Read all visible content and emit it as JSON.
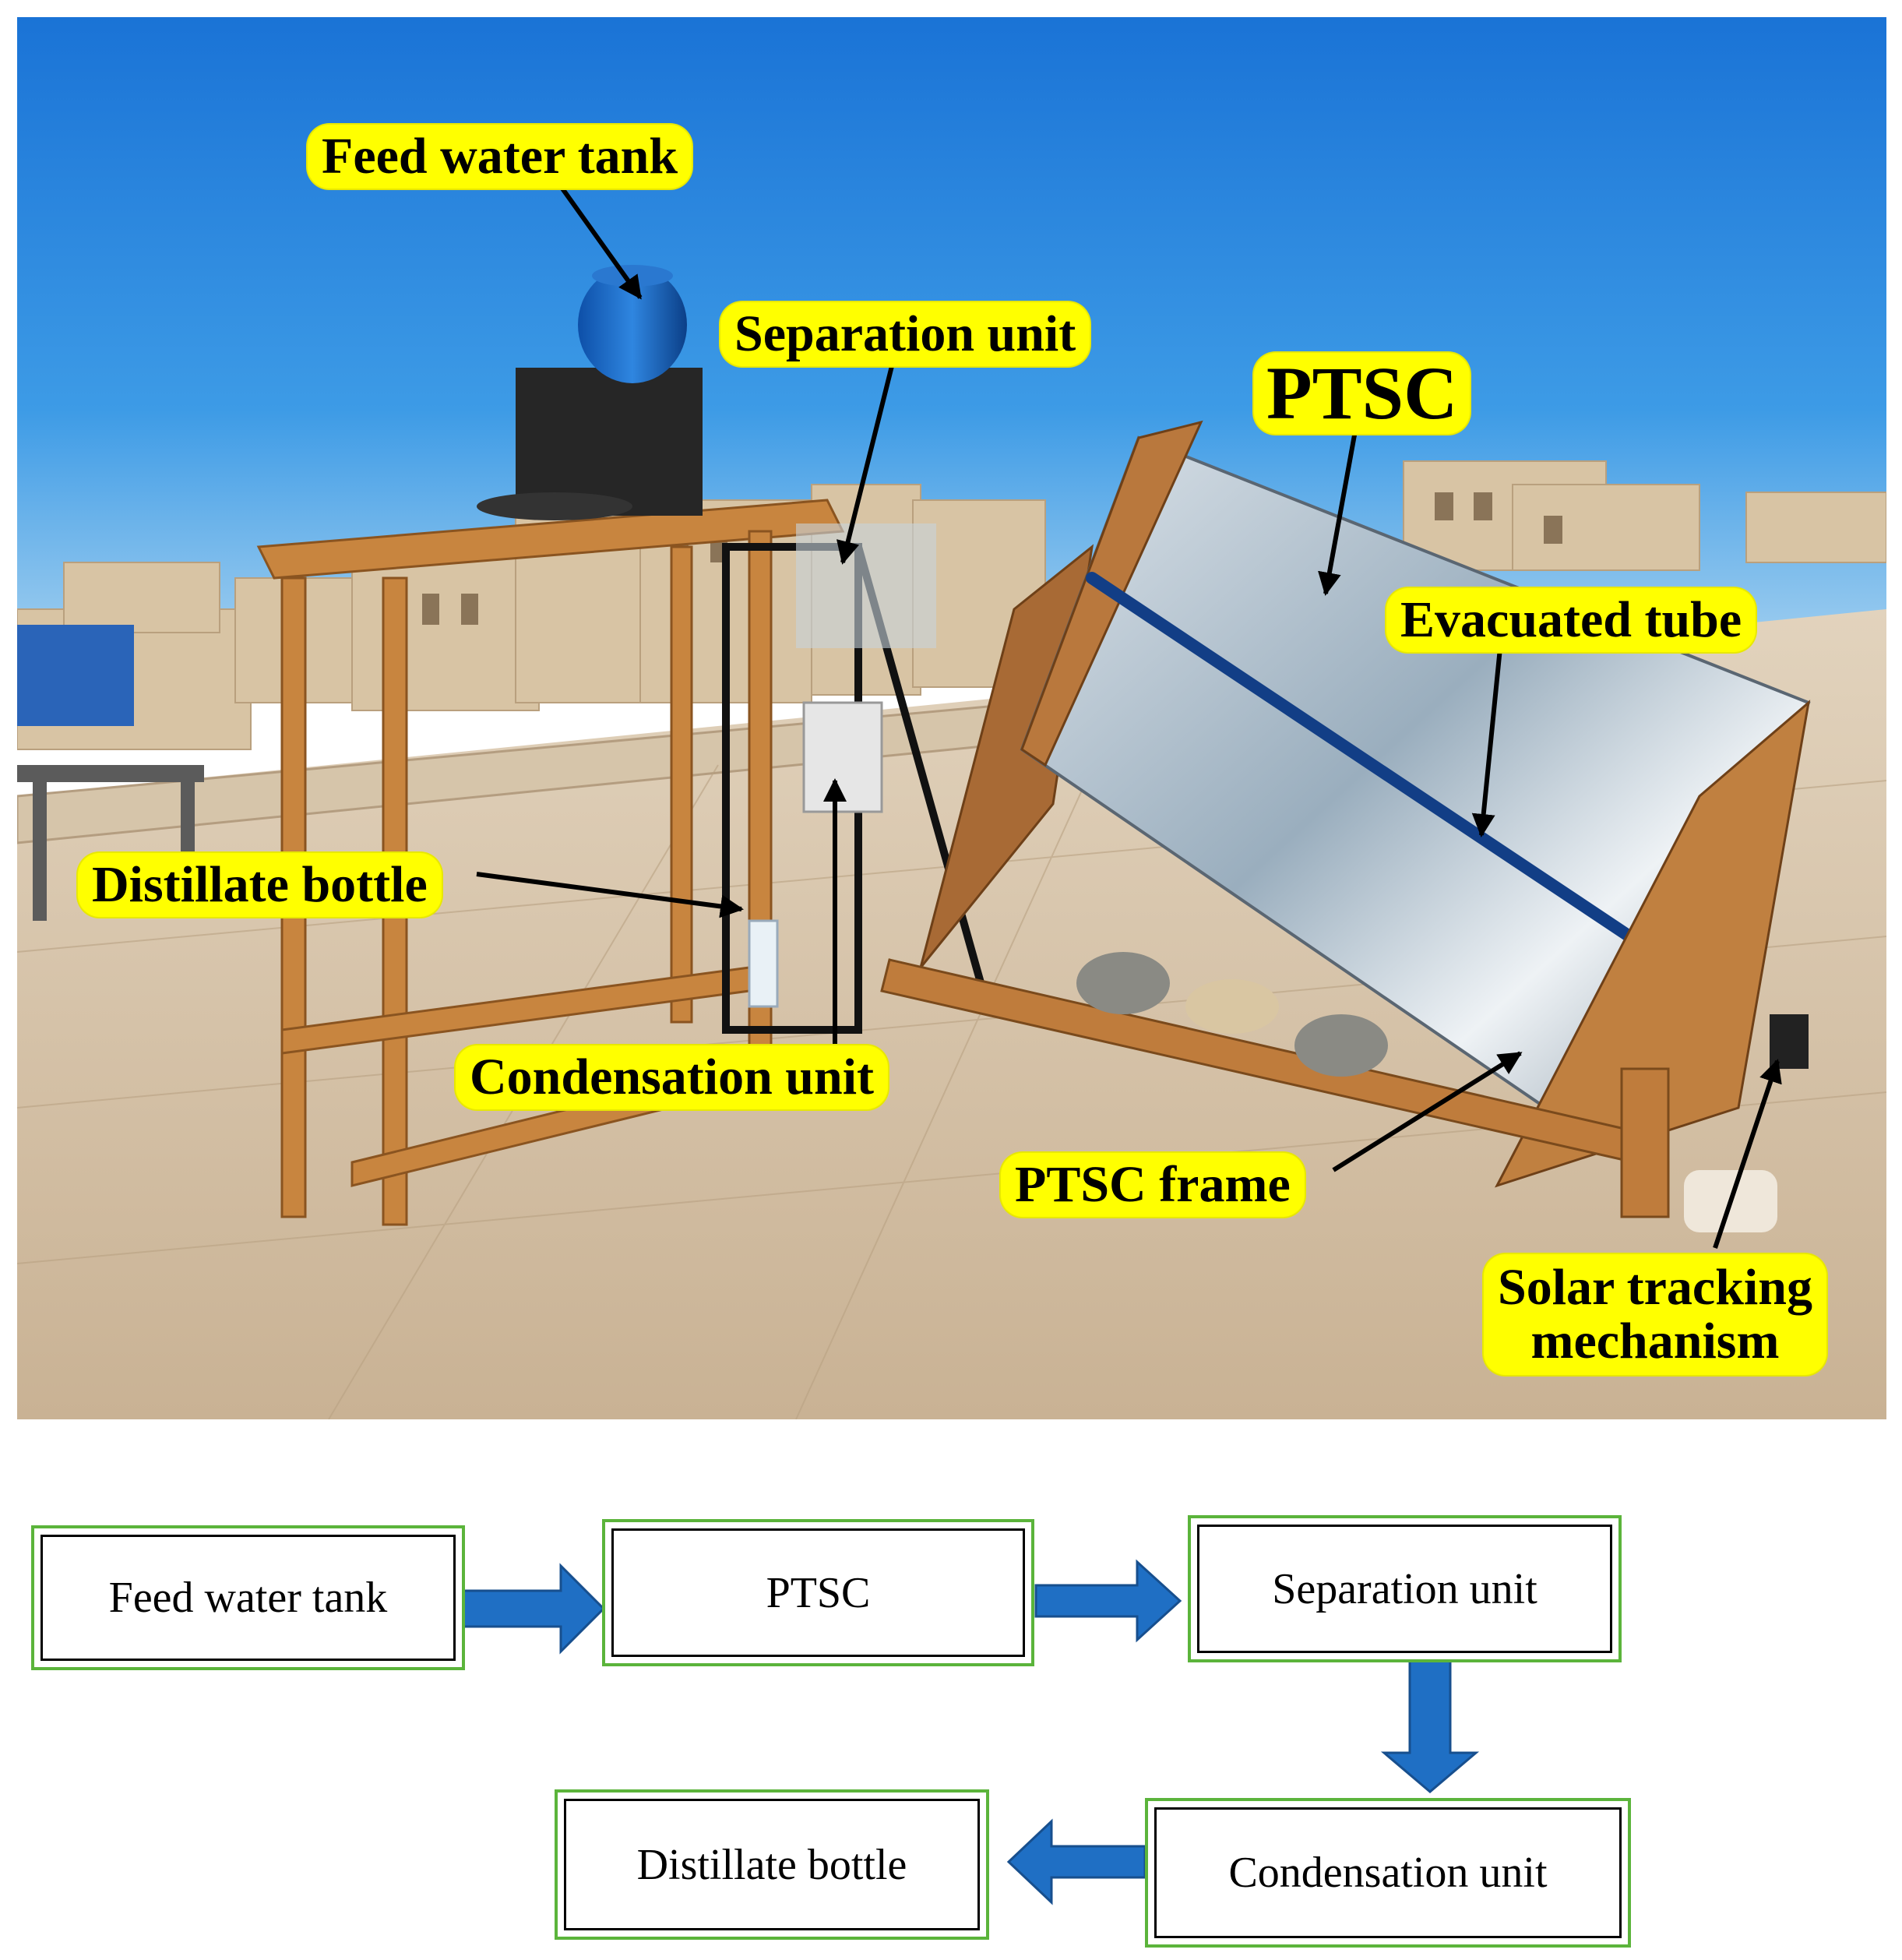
{
  "photo": {
    "labels": {
      "feed_water_tank": "Feed water tank",
      "separation_unit": "Separation unit",
      "ptsc": "PTSC",
      "evacuated_tube": "Evacuated tube",
      "distillate_bottle": "Distillate bottle",
      "condensation_unit": "Condensation unit",
      "ptsc_frame": "PTSC frame",
      "solar_tracking_line1": "Solar tracking",
      "solar_tracking_line2": "mechanism"
    },
    "colors": {
      "callout": "#ffff00",
      "sky": "#2f8fe0"
    }
  },
  "flow": {
    "boxes": {
      "feed_water_tank": "Feed water tank",
      "ptsc": "PTSC",
      "separation_unit": "Separation unit",
      "condensation_unit": "Condensation unit",
      "distillate_bottle": "Distillate bottle"
    },
    "colors": {
      "box_border": "#5bb43b",
      "arrow": "#1f6fc4"
    }
  }
}
